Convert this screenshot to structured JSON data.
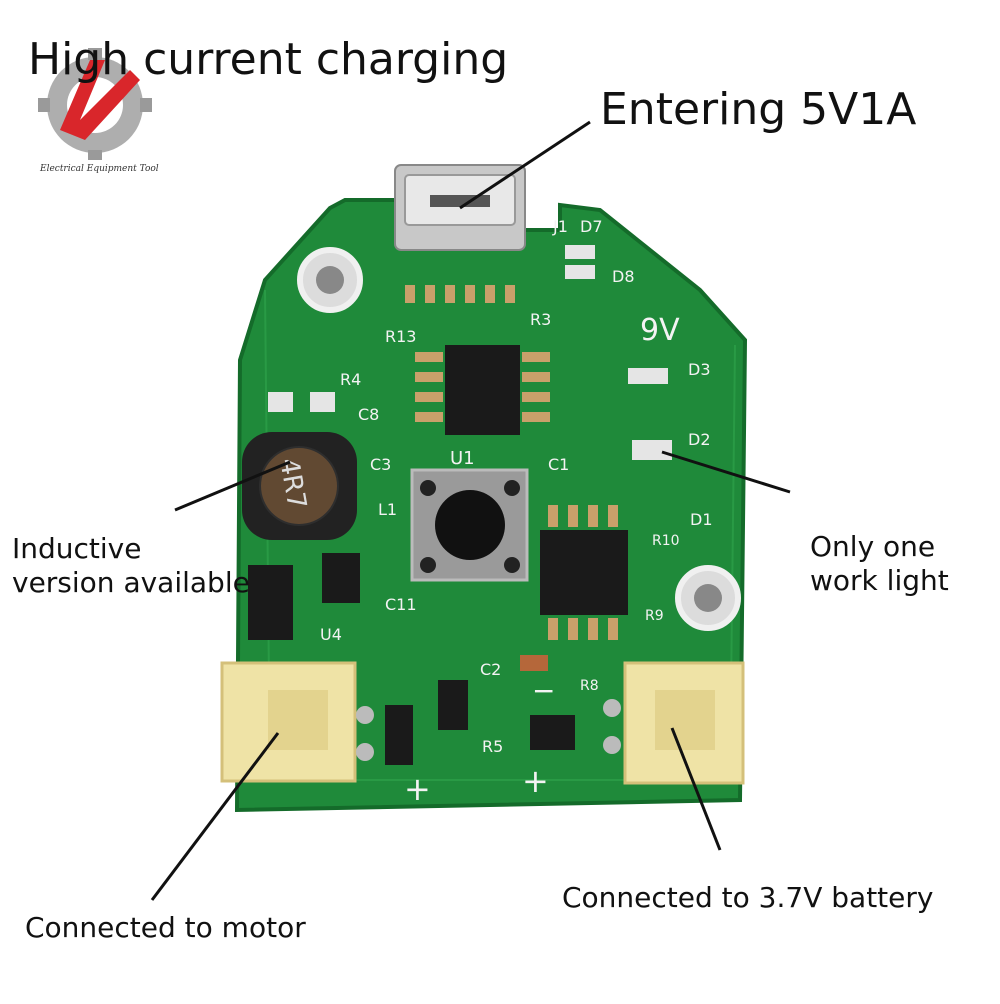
{
  "title": "High current charging",
  "logo": {
    "caption": "Electrical Equipment Tool"
  },
  "callouts": {
    "entering": "Entering 5V1A",
    "inductive": "Inductive version available",
    "work_light": "Only one work light",
    "motor": "Connected to motor",
    "battery": "Connected to 3.7V battery"
  },
  "board": {
    "voltage_mark": "9V",
    "inductor_mark": "4R7",
    "silkscreen": {
      "j1": "J1",
      "d7": "D7",
      "d8": "D8",
      "r13": "R13",
      "r4": "R4",
      "r3": "R3",
      "c8": "C8",
      "c3": "C3",
      "u1": "U1",
      "c1": "C1",
      "l1": "L1",
      "d3": "D3",
      "d2": "D2",
      "d1": "D1",
      "r10": "R10",
      "r9": "R9",
      "c11": "C11",
      "u4": "U4",
      "c2": "C2",
      "r5": "R5",
      "r8": "R8",
      "plus_left": "+",
      "plus_right": "+",
      "minus": "−"
    }
  },
  "colors": {
    "pcb": "#1f8a3a",
    "pcb_dark": "#146b2a",
    "silk": "#f3f3f3",
    "pad": "#c9a06a",
    "connector": "#efe3a6",
    "chip": "#1a1a1a",
    "logo_red": "#d9262b",
    "logo_gray": "#9a9a9a"
  }
}
